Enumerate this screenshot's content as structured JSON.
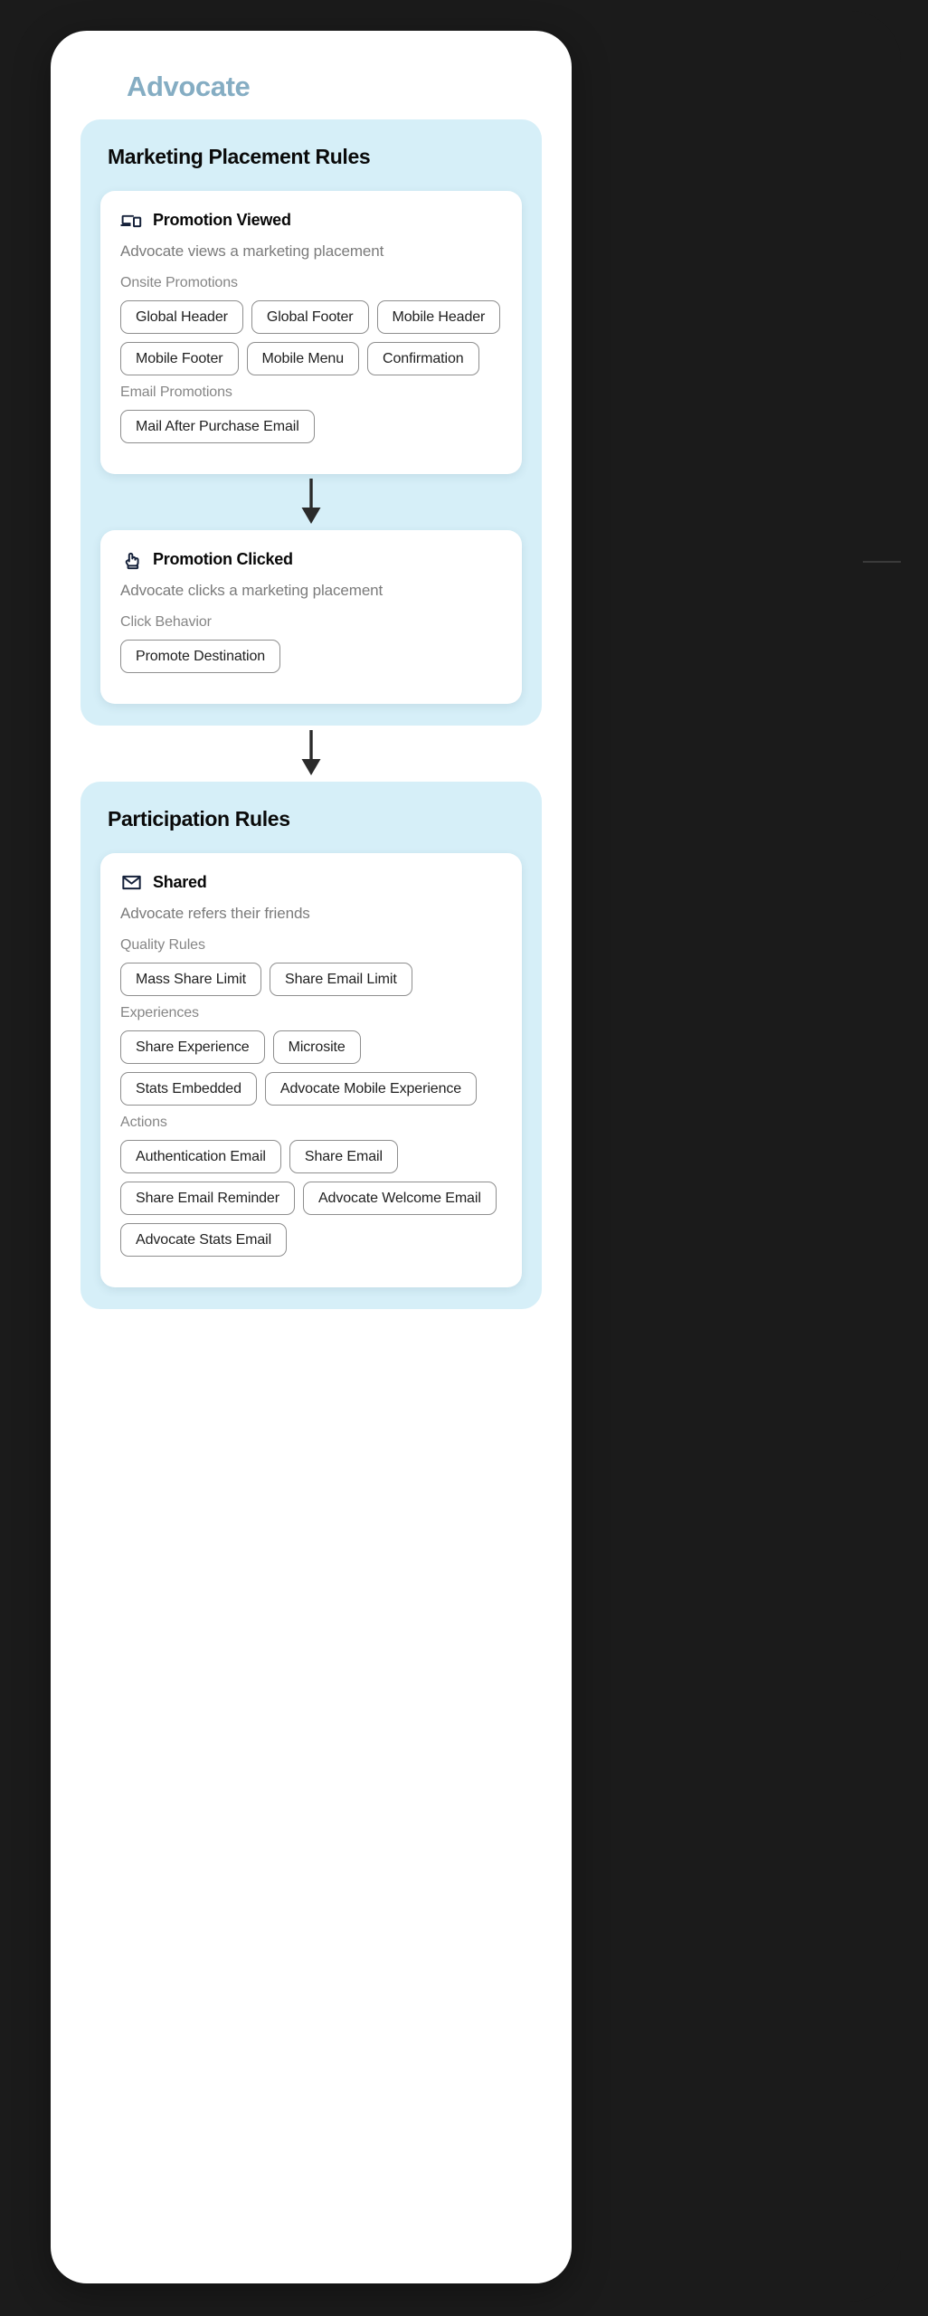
{
  "app": {
    "title": "Advocate",
    "title_color": "#85adc3",
    "group_bg_color": "#d6eff8"
  },
  "groups": [
    {
      "id": "marketing-placement-rules",
      "title": "Marketing Placement Rules",
      "cards": [
        {
          "id": "promotion-viewed",
          "icon": "devices-icon",
          "title": "Promotion Viewed",
          "description": "Advocate views a marketing placement",
          "sections": [
            {
              "label": "Onsite Promotions",
              "pills": [
                "Global Header",
                "Global Footer",
                "Mobile Header",
                "Mobile Footer",
                "Mobile Menu",
                "Confirmation"
              ]
            },
            {
              "label": "Email Promotions",
              "pills": [
                "Mail After Purchase Email"
              ]
            }
          ]
        },
        {
          "id": "promotion-clicked",
          "icon": "pointing-hand-icon",
          "title": "Promotion Clicked",
          "description": "Advocate clicks a marketing placement",
          "sections": [
            {
              "label": "Click Behavior",
              "pills": [
                "Promote Destination"
              ]
            }
          ]
        }
      ]
    },
    {
      "id": "participation-rules",
      "title": "Participation Rules",
      "cards": [
        {
          "id": "shared",
          "icon": "envelope-icon",
          "title": "Shared",
          "description": "Advocate refers their friends",
          "sections": [
            {
              "label": "Quality Rules",
              "pills": [
                "Mass Share Limit",
                "Share Email Limit"
              ]
            },
            {
              "label": "Experiences",
              "pills": [
                "Share Experience",
                "Microsite",
                "Stats Embedded",
                "Advocate Mobile Experience"
              ]
            },
            {
              "label": "Actions",
              "pills": [
                "Authentication Email",
                "Share Email",
                "Share Email Reminder",
                "Advocate Welcome Email",
                "Advocate Stats Email"
              ]
            }
          ]
        }
      ]
    }
  ],
  "connectors": [
    {
      "id": "arrow-viewed-to-clicked",
      "icon": "arrow-down-icon"
    },
    {
      "id": "arrow-marketing-to-participation",
      "icon": "arrow-down-icon"
    }
  ]
}
